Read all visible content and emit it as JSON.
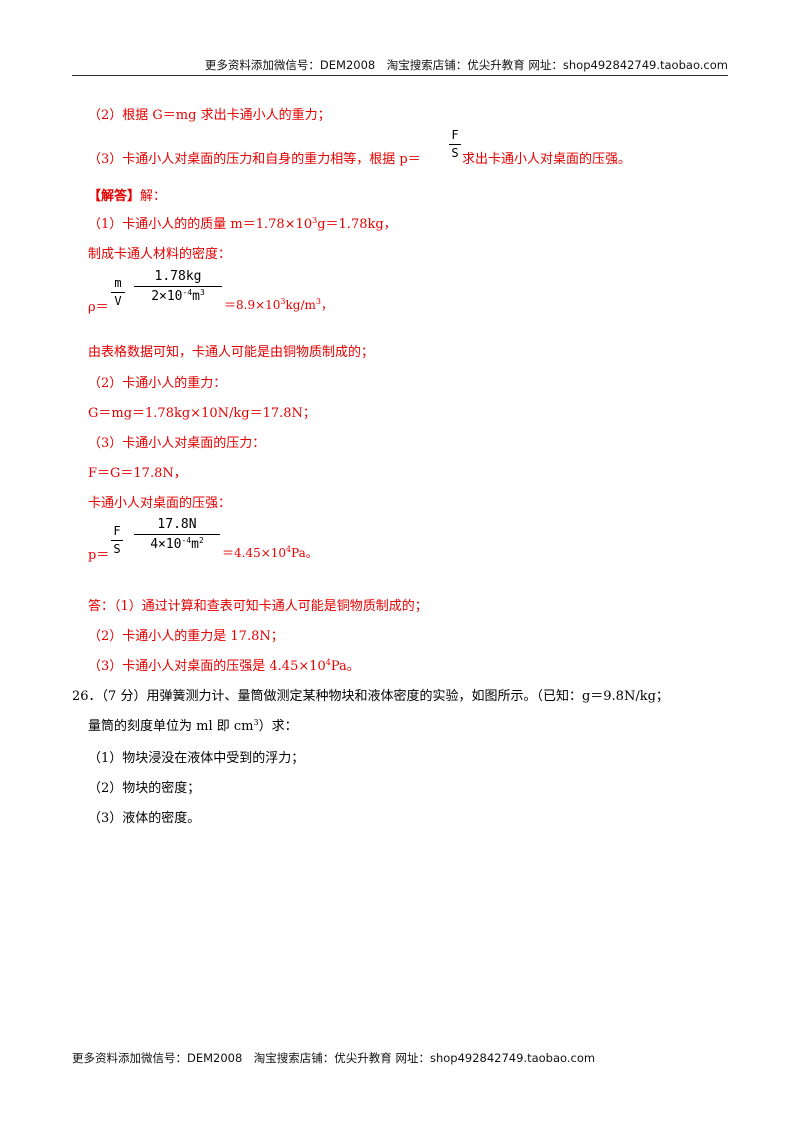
{
  "header": {
    "text": "更多资料添加微信号：DEM2008　淘宝搜索店铺：优尖升教育  网址：shop492842749.taobao.com"
  },
  "footer": {
    "text": "更多资料添加微信号：DEM2008　淘宝搜索店铺：优尖升教育  网址：shop492842749.taobao.com"
  },
  "analysis": {
    "line2": "（2）根据 G＝mg 求出卡通小人的重力；",
    "line3_a": "（3）卡通小人对桌面的压力和自身的重力相等，根据 p＝",
    "line3_frac_num": "F",
    "line3_frac_den": "S",
    "line3_b": "求出卡通小人对桌面的压强。"
  },
  "solution": {
    "label": "【解答】",
    "label_suffix": "解：",
    "s1": "（1）卡通小人的的质量 m＝1.78×10",
    "s1_sup": "3",
    "s1_end": "g＝1.78kg，",
    "s2": "制成卡通人材料的密度：",
    "rho_prefix": "ρ＝",
    "rho_small_num": "m",
    "rho_small_den": "V",
    "rho_big_num": "1.78kg",
    "rho_big_den": "2×10",
    "rho_big_den_exp": "-4",
    "rho_big_den_unit": "m",
    "rho_big_den_unit_exp": "3",
    "rho_result_a": "＝8.9×10",
    "rho_result_sup": "3",
    "rho_result_b": "kg/m",
    "rho_result_sup2": "3",
    "rho_result_c": "，",
    "s3": "由表格数据可知，卡通人可能是由铜物质制成的；",
    "s4": "（2）卡通小人的重力：",
    "s5": "G＝mg＝1.78kg×10N/kg＝17.8N；",
    "s6": "（3）卡通小人对桌面的压力：",
    "s7": "F＝G＝17.8N，",
    "s8": "卡通小人对桌面的压强：",
    "p_prefix": "p＝",
    "p_small_num": "F",
    "p_small_den": "S",
    "p_big_num": "17.8N",
    "p_big_den": "4×10",
    "p_big_den_exp": "-4",
    "p_big_den_unit": "m",
    "p_big_den_unit_exp": "2",
    "p_result_a": "＝4.45×10",
    "p_result_sup": "4",
    "p_result_b": "Pa。",
    "ans1": "答：（1）通过计算和查表可知卡通人可能是铜物质制成的；",
    "ans2": "（2）卡通小人的重力是 17.8N；",
    "ans3_a": "（3）卡通小人对桌面的压强是 4.45×10",
    "ans3_sup": "4",
    "ans3_b": "Pa。"
  },
  "question26": {
    "line1": "26．（7 分）用弹簧测力计、量筒做测定某种物块和液体密度的实验，如图所示。（已知：g＝9.8N/kg；",
    "line2_a": "量筒的刻度单位为 ml 即 cm",
    "line2_sup": "3",
    "line2_b": "）求：",
    "q1": "（1）物块浸没在液体中受到的浮力；",
    "q2": "（2）物块的密度；",
    "q3": "（3）液体的密度。"
  }
}
